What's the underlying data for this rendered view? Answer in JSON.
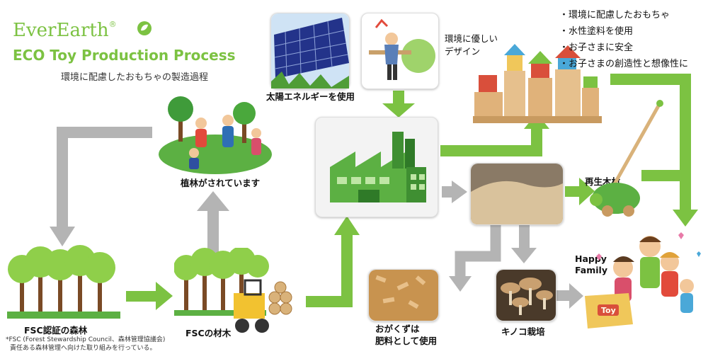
{
  "header": {
    "brand": "EverEarth",
    "brand_mark": "®",
    "title": "ECO Toy Production Process",
    "subtitle": "環境に配慮したおもちゃの製造過程"
  },
  "labels": {
    "solar": "太陽エネルギーを使用",
    "design": "環境に優しい\nデザイン",
    "planting": "植林がされています",
    "recycled_wood": "再生木材",
    "happy_family": "Happy\nFamily",
    "fsc_forest": "FSC認証の森林",
    "fsc_wood": "FSCの材木",
    "sawdust": "おがくずは\n肥料として使用",
    "mushroom": "キノコ栽培",
    "toy_box": "Toy"
  },
  "features": [
    "・環境に配慮したおもちゃ",
    "・水性塗料を使用",
    "・お子さまに安全",
    "・お子さまの創造性と想像性に"
  ],
  "footnote": [
    "*FSC (Forest Stewardship Council、森林管理協議会)",
    "責任ある森林管理へ向けた取り組みを行っている。"
  ],
  "colors": {
    "green_arrow": "#7cc242",
    "gray_arrow": "#b4b4b4",
    "brand_green": "#7cc242"
  }
}
